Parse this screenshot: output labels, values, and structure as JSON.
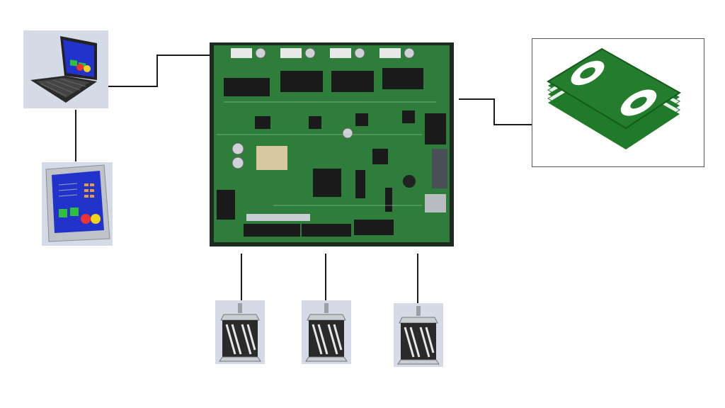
{
  "diagram": {
    "nodes": [
      {
        "id": "laptop",
        "icon": "laptop-icon"
      },
      {
        "id": "touch-panel",
        "icon": "touch-panel-icon"
      },
      {
        "id": "controller-board",
        "icon": "circuit-board-icon"
      },
      {
        "id": "banknote-device",
        "icon": "banknotes-icon"
      },
      {
        "id": "stepper-motor-1",
        "icon": "stepper-motor-icon"
      },
      {
        "id": "stepper-motor-2",
        "icon": "stepper-motor-icon"
      },
      {
        "id": "stepper-motor-3",
        "icon": "stepper-motor-icon"
      }
    ],
    "edges": [
      {
        "from": "laptop",
        "to": "controller-board"
      },
      {
        "from": "laptop",
        "to": "touch-panel"
      },
      {
        "from": "controller-board",
        "to": "banknote-device"
      },
      {
        "from": "controller-board",
        "to": "stepper-motor-1"
      },
      {
        "from": "controller-board",
        "to": "stepper-motor-2"
      },
      {
        "from": "controller-board",
        "to": "stepper-motor-3"
      }
    ],
    "colors": {
      "line": "#1a1a1a",
      "pcb_green": "#2e7d3a",
      "money_green": "#1f7a2a",
      "screen_blue": "#2233cc",
      "frame_border": "#555555"
    }
  }
}
